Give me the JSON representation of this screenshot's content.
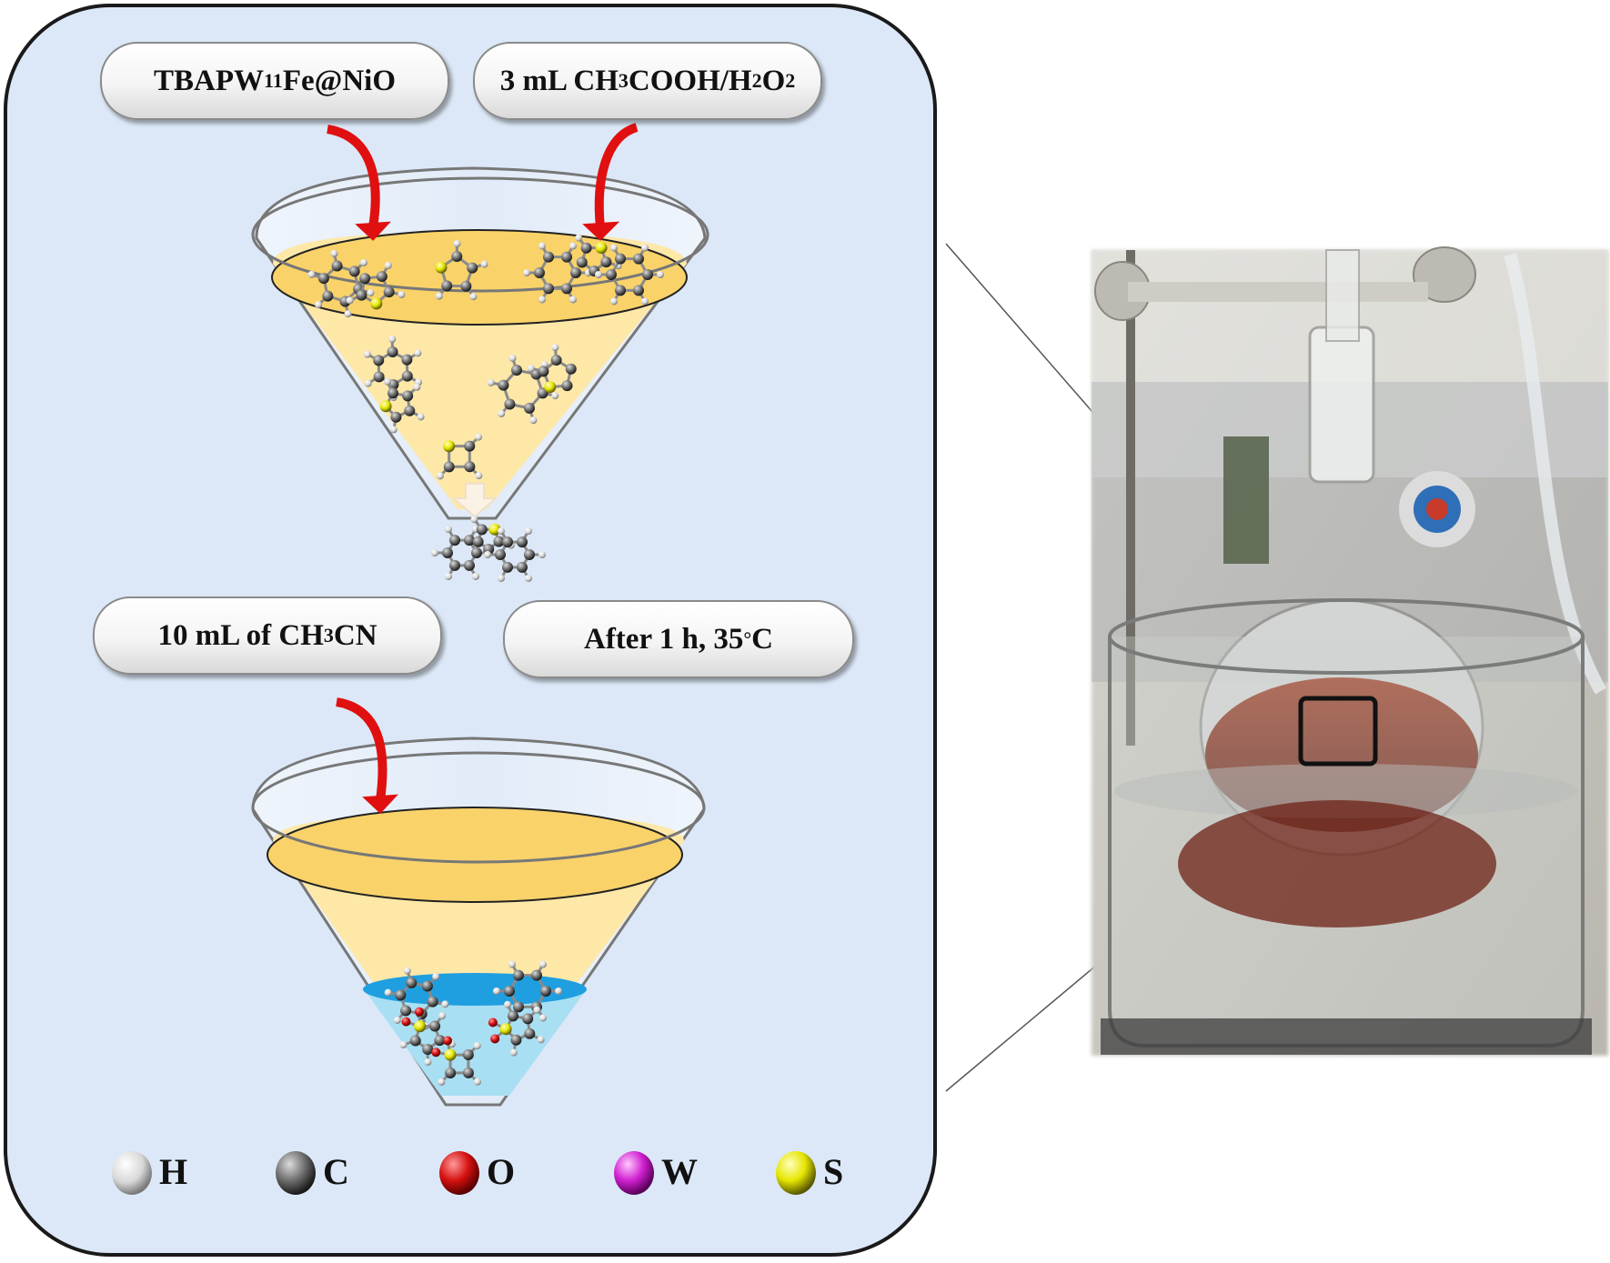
{
  "panel": {
    "background": "#dce8f7",
    "border": "#1a1a1a"
  },
  "labels": {
    "catalyst": {
      "base": "TBAPW",
      "sub": "11",
      "rest": "Fe@NiO"
    },
    "oxidant": {
      "pre": "3 mL CH",
      "sub1": "3",
      "mid": "COOH/H",
      "sub2": "2",
      "mid2": "O",
      "sub3": "2"
    },
    "solvent": {
      "pre": "10 mL of CH",
      "sub": "3",
      "post": "CN"
    },
    "condition": {
      "text": "After 1 h, 35 ",
      "deg": "°",
      "unit": "C"
    }
  },
  "legend": [
    {
      "symbol": "H",
      "color": "#e6e6e6",
      "dark": "#8c8c8c"
    },
    {
      "symbol": "C",
      "color": "#777777",
      "dark": "#1e1e1e"
    },
    {
      "symbol": "O",
      "color": "#e01818",
      "dark": "#6a0000"
    },
    {
      "symbol": "W",
      "color": "#e040e0",
      "dark": "#6a006a"
    },
    {
      "symbol": "S",
      "color": "#f2f200",
      "dark": "#6a6a00"
    }
  ],
  "colors": {
    "arrow": "#e01010",
    "fuel": "#f9d26a",
    "fuel_light": "#fde8a8",
    "extract_top": "#1f9fe0",
    "extract": "#a9dff2",
    "liquid_photo": "#7a2418"
  }
}
